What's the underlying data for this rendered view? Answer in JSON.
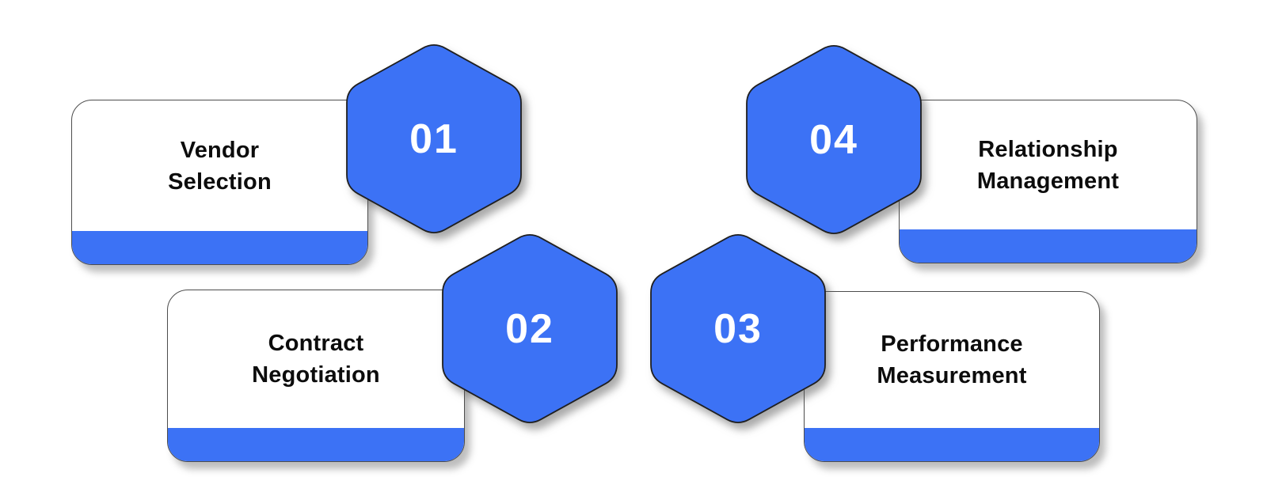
{
  "colors": {
    "accent": "#3c72f5",
    "card_bg": "#ffffff",
    "card_border": "#4d4d4d",
    "hex_border": "#1f1f1f",
    "label_text": "#0c0c0c",
    "number_text": "#ffffff"
  },
  "steps": [
    {
      "number": "01",
      "label": "Vendor Selection",
      "lines": [
        "Vendor",
        "Selection"
      ]
    },
    {
      "number": "02",
      "label": "Contract Negotiation",
      "lines": [
        "Contract",
        "Negotiation"
      ]
    },
    {
      "number": "03",
      "label": "Performance Measurement",
      "lines": [
        "Performance",
        "Measurement"
      ]
    },
    {
      "number": "04",
      "label": "Relationship Management",
      "lines": [
        "Relationship",
        "Management"
      ]
    }
  ]
}
